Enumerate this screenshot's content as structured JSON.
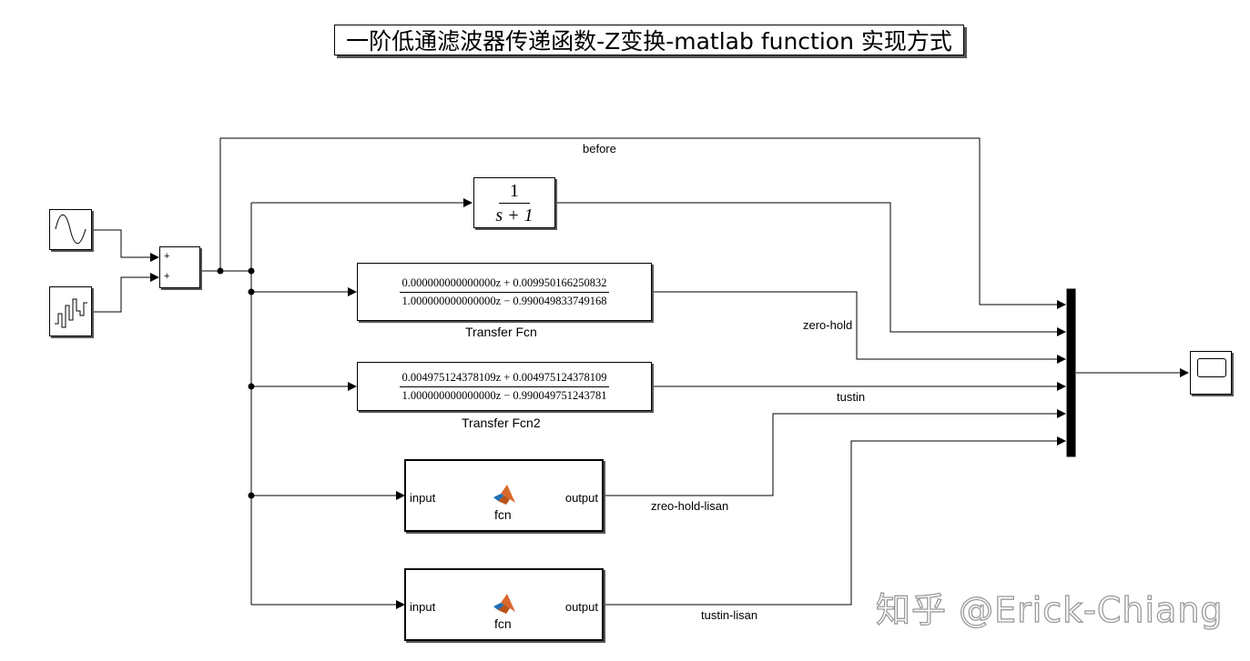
{
  "title": "一阶低通滤波器传递函数-Z变换-matlab function 实现方式",
  "blocks": {
    "tf_continuous": {
      "num": "1",
      "den": "s + 1"
    },
    "tf1": {
      "num": "0.000000000000000z + 0.009950166250832",
      "den": "1.000000000000000z − 0.990049833749168",
      "label": "Transfer Fcn"
    },
    "tf2": {
      "num": "0.004975124378109z + 0.004975124378109",
      "den": "1.000000000000000z − 0.990049751243781",
      "label": "Transfer Fcn2"
    },
    "fcn1": {
      "input": "input",
      "output": "output",
      "name": "fcn"
    },
    "fcn2": {
      "input": "input",
      "output": "output",
      "name": "fcn"
    },
    "sum": {
      "sign1": "+",
      "sign2": "+"
    }
  },
  "signals": {
    "before": "before",
    "zero_hold": "zero-hold",
    "tustin": "tustin",
    "zreo_hold_lisan": "zreo-hold-lisan",
    "tustin_lisan": "tustin-lisan"
  },
  "watermark": "知乎 @Erick-Chiang"
}
